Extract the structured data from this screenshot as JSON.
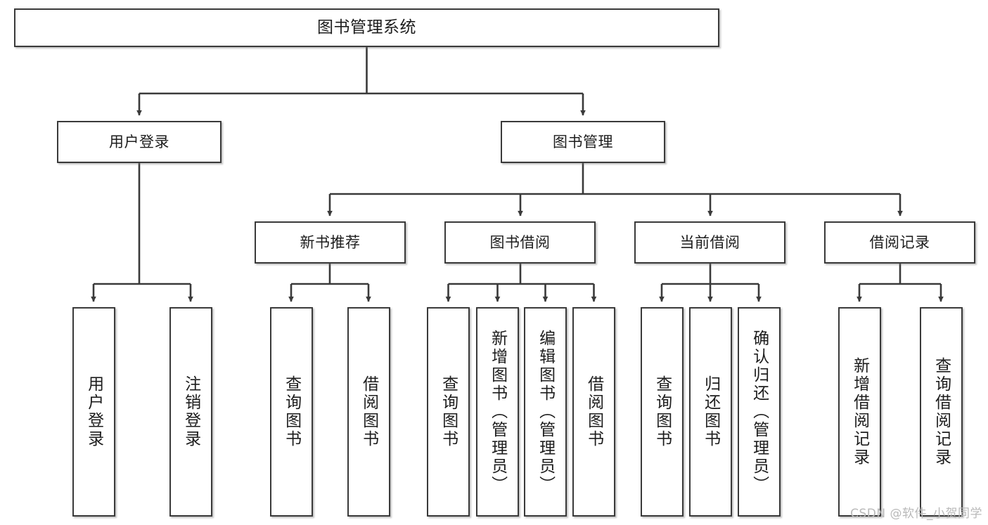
{
  "diagram": {
    "title": "图书管理系统",
    "type": "tree-hierarchy-diagram",
    "colors": {
      "box_border": "#3a3a3a",
      "box_fill": "#ffffff",
      "connector": "#3a3a3a",
      "text": "#1d1d1d",
      "watermark": "#b9b9b9",
      "background": "#ffffff"
    },
    "root": {
      "label": "图书管理系统"
    },
    "level2": [
      {
        "label": "用户登录"
      },
      {
        "label": "图书管理"
      }
    ],
    "level3": [
      {
        "label": "新书推荐"
      },
      {
        "label": "图书借阅"
      },
      {
        "label": "当前借阅"
      },
      {
        "label": "借阅记录"
      }
    ],
    "leaves": {
      "user_login": [
        {
          "label": "用户登录"
        },
        {
          "label": "注销登录"
        }
      ],
      "new_book_recommend": [
        {
          "label": "查询图书"
        },
        {
          "label": "借阅图书"
        }
      ],
      "book_borrow": [
        {
          "label": "查询图书"
        },
        {
          "label": "新增图书（管理员）"
        },
        {
          "label": "编辑图书（管理员）"
        },
        {
          "label": "借阅图书"
        }
      ],
      "current_borrow": [
        {
          "label": "查询图书"
        },
        {
          "label": "归还图书"
        },
        {
          "label": "确认归还（管理员）"
        }
      ],
      "borrow_record": [
        {
          "label": "新增借阅记录"
        },
        {
          "label": "查询借阅记录"
        }
      ]
    }
  },
  "watermark": {
    "text": "CSDN @软件_小贺同学"
  }
}
